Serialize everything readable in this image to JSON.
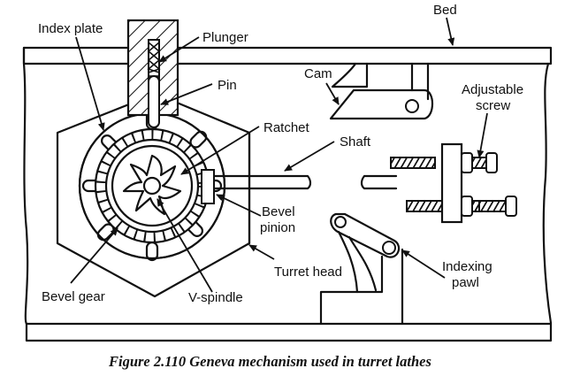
{
  "figure": {
    "caption": "Figure 2.110 Geneva mechanism used in turret lathes",
    "labels": {
      "bed": "Bed",
      "index_plate": "Index plate",
      "plunger": "Plunger",
      "pin": "Pin",
      "ratchet": "Ratchet",
      "shaft": "Shaft",
      "cam": "Cam",
      "adjustable_screw_line1": "Adjustable",
      "adjustable_screw_line2": "screw",
      "bevel_pinion_line1": "Bevel",
      "bevel_pinion_line2": "pinion",
      "turret_head": "Turret head",
      "bevel_gear": "Bevel gear",
      "v_spindle": "V-spindle",
      "indexing_pawl_line1": "Indexing",
      "indexing_pawl_line2": "pawl"
    }
  }
}
